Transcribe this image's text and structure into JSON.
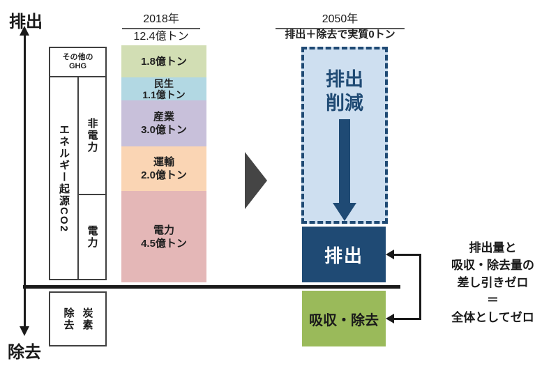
{
  "axis": {
    "top_label": "排出",
    "bottom_label": "除去"
  },
  "left_panel": {
    "other_ghg_lines": [
      "その他の",
      "GHG"
    ],
    "energy_co2_label": "エネルギー起源CO2",
    "non_power_label": "非電力",
    "power_label": "電力",
    "carbon_removal_lines": [
      "炭素",
      "除去"
    ]
  },
  "col2018": {
    "year": "2018年",
    "total": "12.4億トン",
    "segments": [
      {
        "name": "",
        "amount": "1.8億トン",
        "color": "#d2deb4"
      },
      {
        "name": "民生",
        "amount": "1.1億トン",
        "color": "#b2d8e3"
      },
      {
        "name": "産業",
        "amount": "3.0億トン",
        "color": "#c8c0da"
      },
      {
        "name": "運輸",
        "amount": "2.0億トン",
        "color": "#fad5b4"
      },
      {
        "name": "電力",
        "amount": "4.5億トン",
        "color": "#e4b7b7"
      }
    ]
  },
  "col2050": {
    "year": "2050年",
    "subtitle": "排出＋除去で実質0トン",
    "reduction_lines": [
      "排出",
      "削減"
    ],
    "emission_label": "排出",
    "removal_label": "吸収・除去",
    "colors": {
      "reduction_fill": "#cedff0",
      "navy": "#1f4a74",
      "removal_green": "#9aba5a"
    }
  },
  "annotation": {
    "lines": [
      "排出量と",
      "吸収・除去量の",
      "差し引きゼロ",
      "＝",
      "全体としてゼロ"
    ]
  },
  "chart_data": {
    "type": "bar",
    "title": "2018年 12.4億トン → 2050年 排出＋除去で実質0トン",
    "categories": [
      "その他のGHG",
      "民生",
      "産業",
      "運輸",
      "電力"
    ],
    "values": [
      1.8,
      1.1,
      3.0,
      2.0,
      4.5
    ],
    "unit": "億トン",
    "total_2018": 12.4,
    "ylabel": "排出 / 除去",
    "legend_position": "none",
    "grid": false
  }
}
